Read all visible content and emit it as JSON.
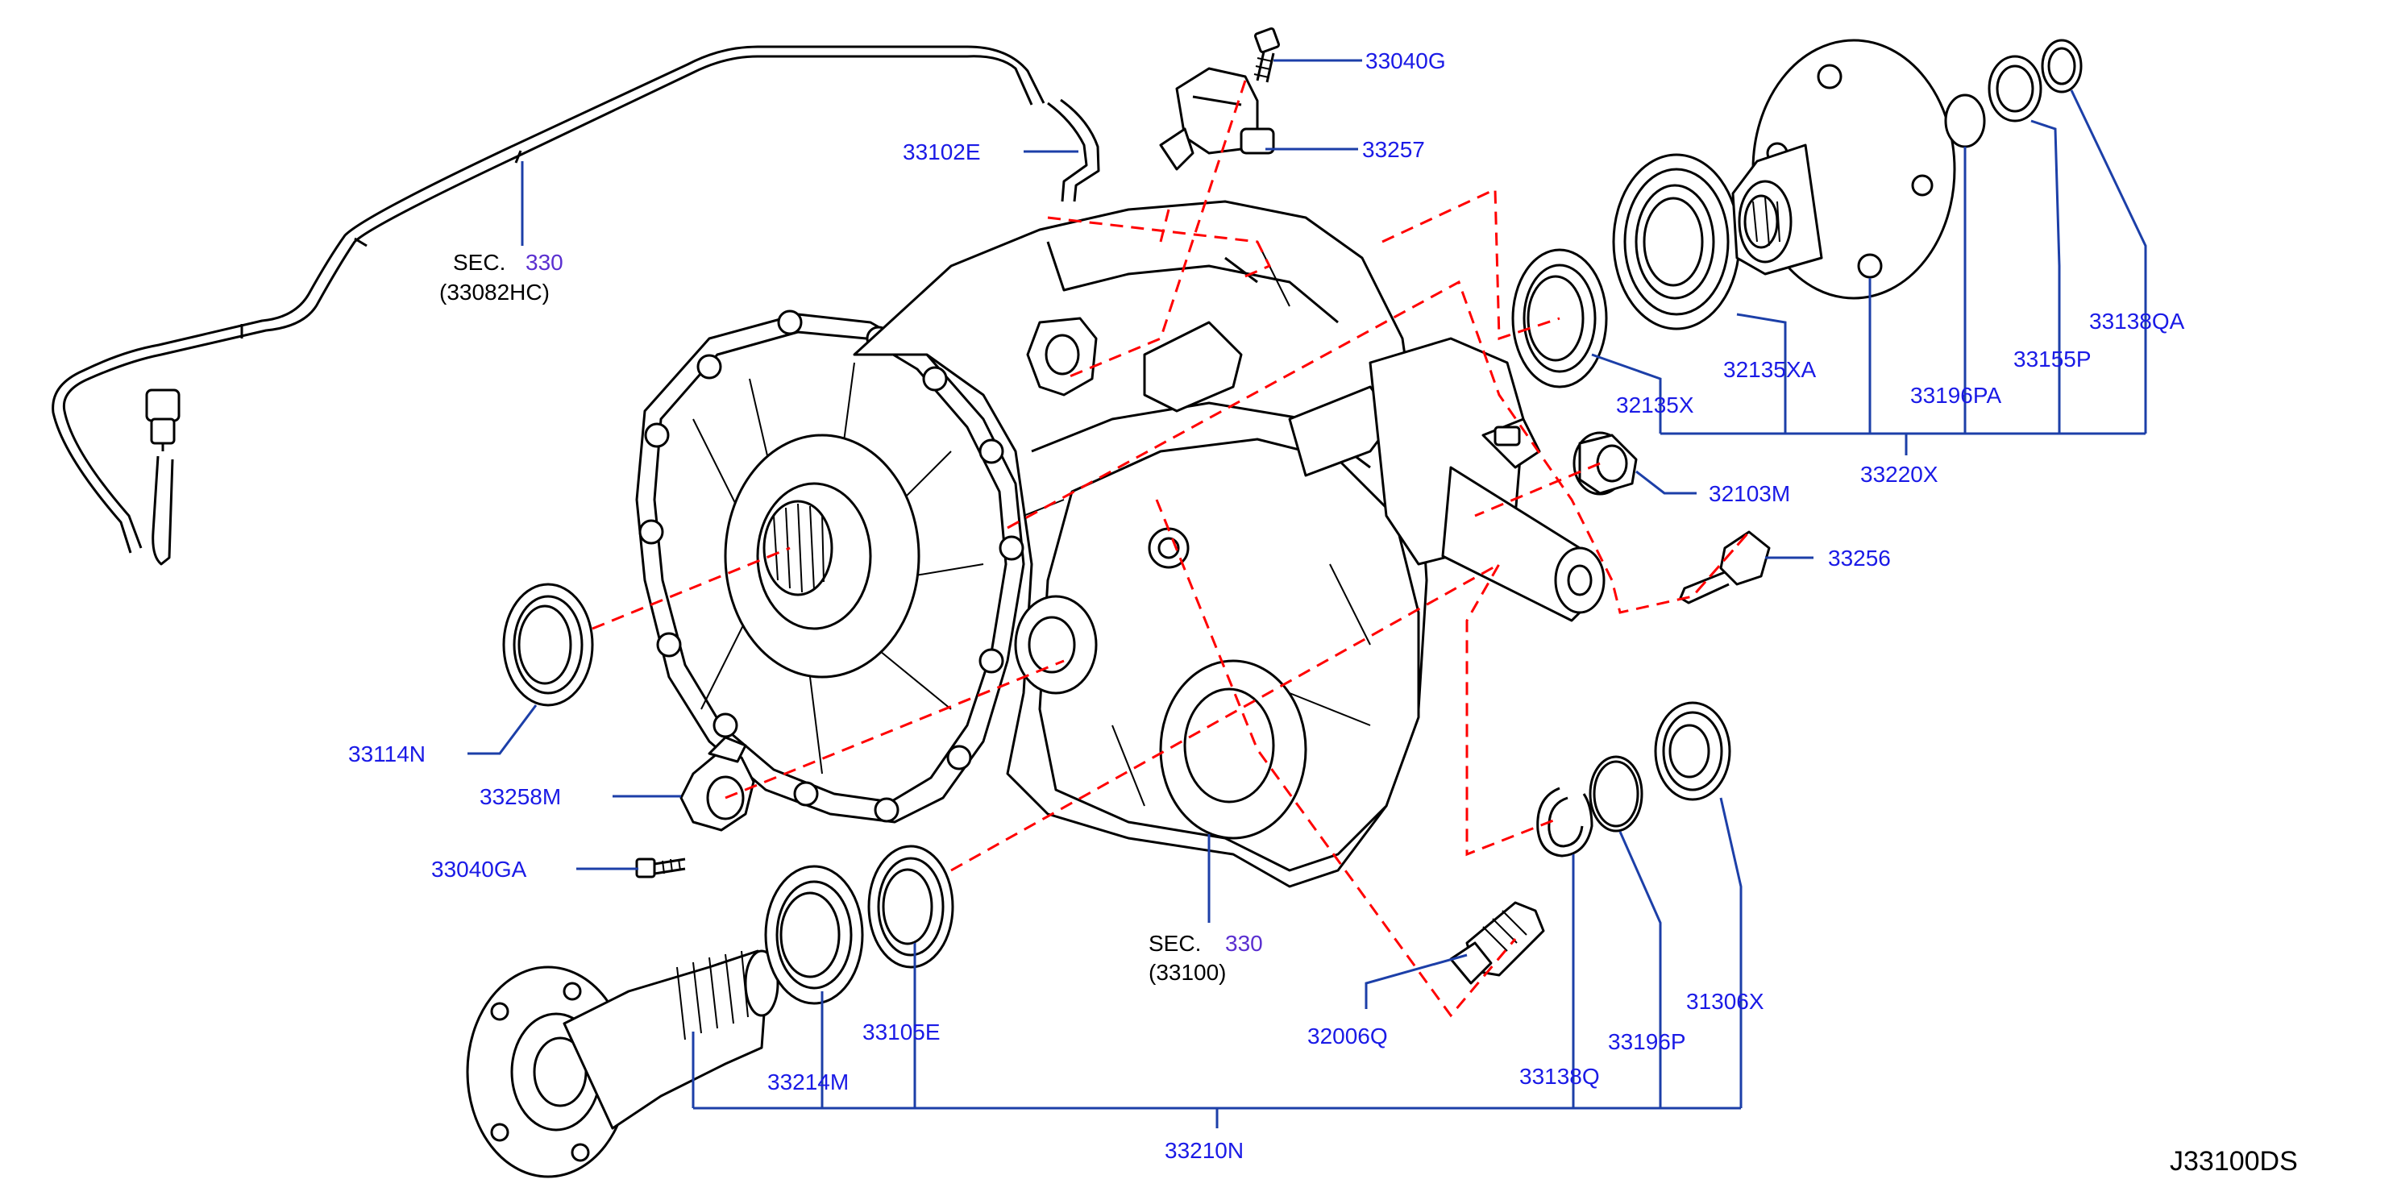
{
  "diagram_code": "J33100DS",
  "section_refs": [
    {
      "prefix": "SEC.",
      "number": "330",
      "sub": "(33082HC)"
    },
    {
      "prefix": "SEC.",
      "number": "330",
      "sub": "(33100)"
    }
  ],
  "parts": {
    "p33040G": "33040G",
    "p33257": "33257",
    "p33102E": "33102E",
    "p33114N": "33114N",
    "p33258M": "33258M",
    "p33040GA": "33040GA",
    "p32135X": "32135X",
    "p32135XA": "32135XA",
    "p33196PA": "33196PA",
    "p33155P": "33155P",
    "p33138QA": "33138QA",
    "p33220X": "33220X",
    "p32103M": "32103M",
    "p33256": "33256",
    "p33214M": "33214M",
    "p33105E": "33105E",
    "p33210N": "33210N",
    "p32006Q": "32006Q",
    "p33138Q": "33138Q",
    "p33196P": "33196P",
    "p31306X": "31306X"
  },
  "colors": {
    "label": "#1a1ae6",
    "leader": "#1c3fa8",
    "ghost_line": "#ff0000",
    "outline": "#000000"
  }
}
